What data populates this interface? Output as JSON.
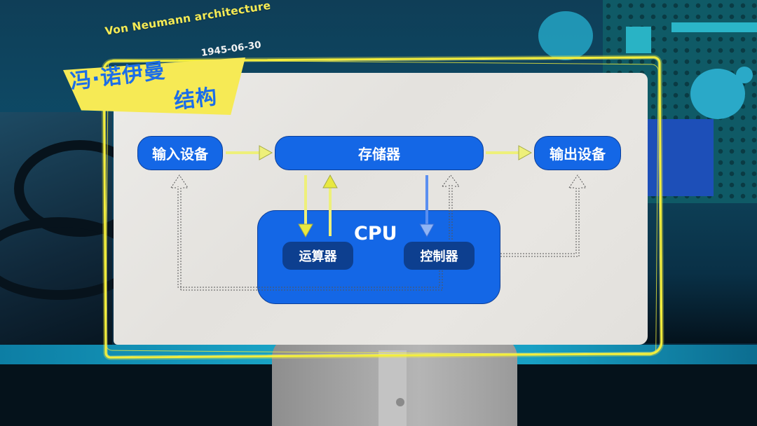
{
  "title": {
    "english": "Von Neumann architecture",
    "date": "1945-06-30",
    "chinese_line1": "冯·诺伊曼",
    "chinese_line2": "结构"
  },
  "diagram": {
    "nodes": {
      "input": "输入设备",
      "memory": "存储器",
      "output": "输出设备",
      "cpu": "CPU",
      "alu": "运算器",
      "control": "控制器"
    },
    "edges": [
      {
        "from": "输入设备",
        "to": "存储器",
        "style": "solid-yellow"
      },
      {
        "from": "存储器",
        "to": "输出设备",
        "style": "solid-yellow"
      },
      {
        "from": "存储器",
        "to": "运算器",
        "style": "solid-yellow"
      },
      {
        "from": "运算器",
        "to": "存储器",
        "style": "solid-yellow"
      },
      {
        "from": "存储器",
        "to": "控制器",
        "style": "solid-blue"
      },
      {
        "from": "控制器",
        "to": "存储器",
        "style": "dashed"
      },
      {
        "from": "控制器",
        "to": "输入设备",
        "style": "dashed"
      },
      {
        "from": "控制器",
        "to": "输出设备",
        "style": "dashed"
      }
    ]
  },
  "colors": {
    "node_blue": "#1467e6",
    "sub_node_navy": "#0d3f8f",
    "accent_yellow": "#f3ee3c",
    "title_blue": "#1c6ee8",
    "arrow_yellow": "#eef07a",
    "arrow_blue": "#5b8ff0"
  }
}
